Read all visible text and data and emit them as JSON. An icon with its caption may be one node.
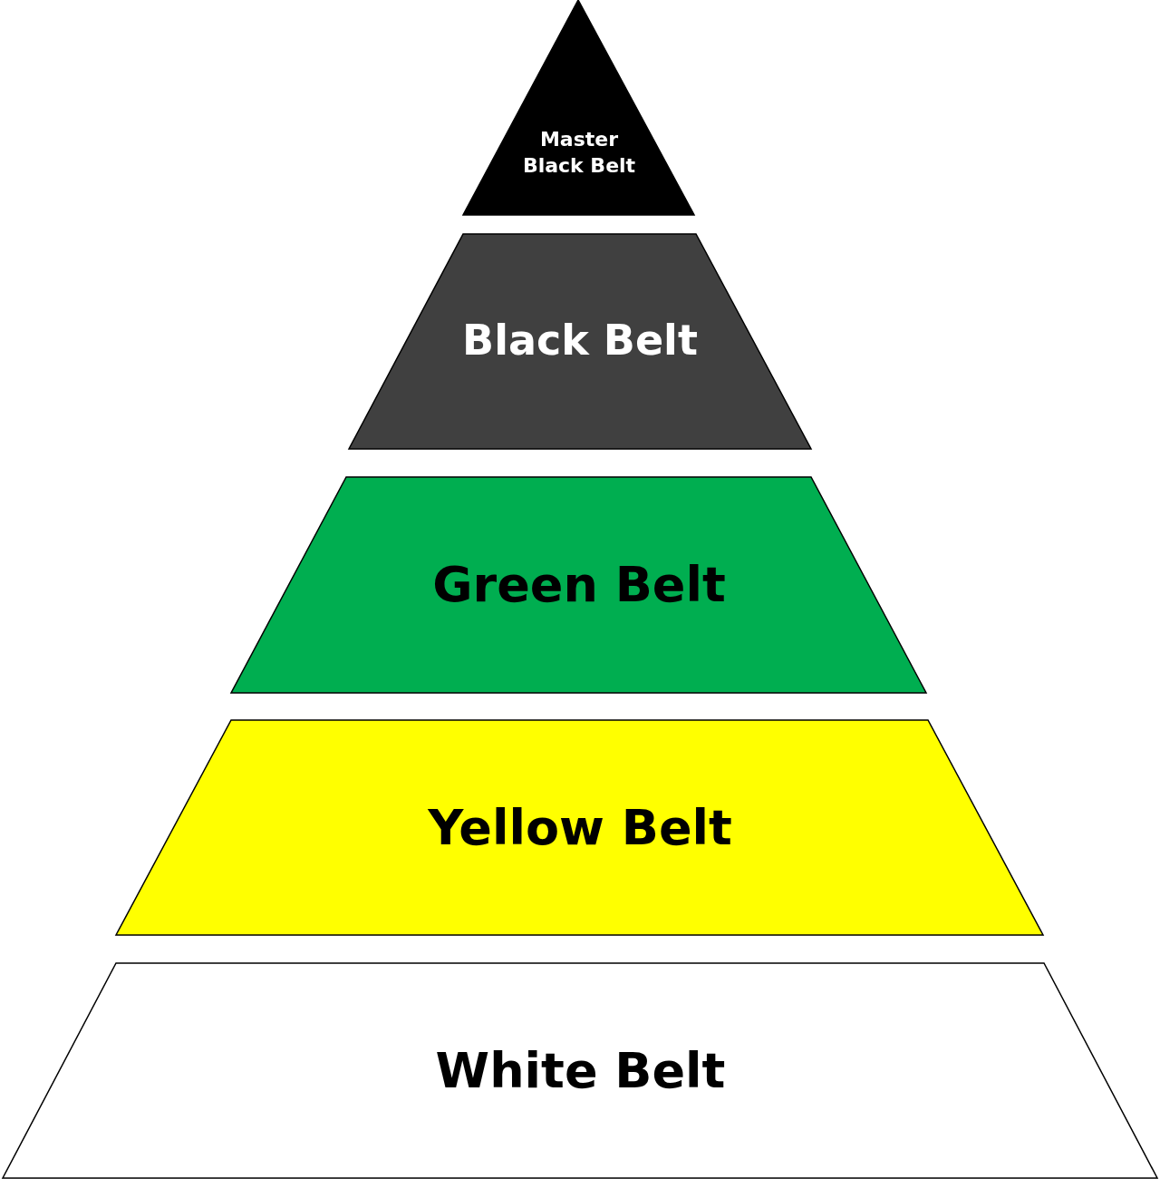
{
  "diagram": {
    "nodes": [
      {
        "text": [
          "Master Black Belt"
        ]
      },
      {
        "text": [
          "Black Belt"
        ]
      },
      {
        "text": [
          "Green Belt"
        ]
      },
      {
        "text": [
          "Yellow Belt"
        ]
      },
      {
        "text": [
          "White Belt"
        ]
      }
    ]
  }
}
